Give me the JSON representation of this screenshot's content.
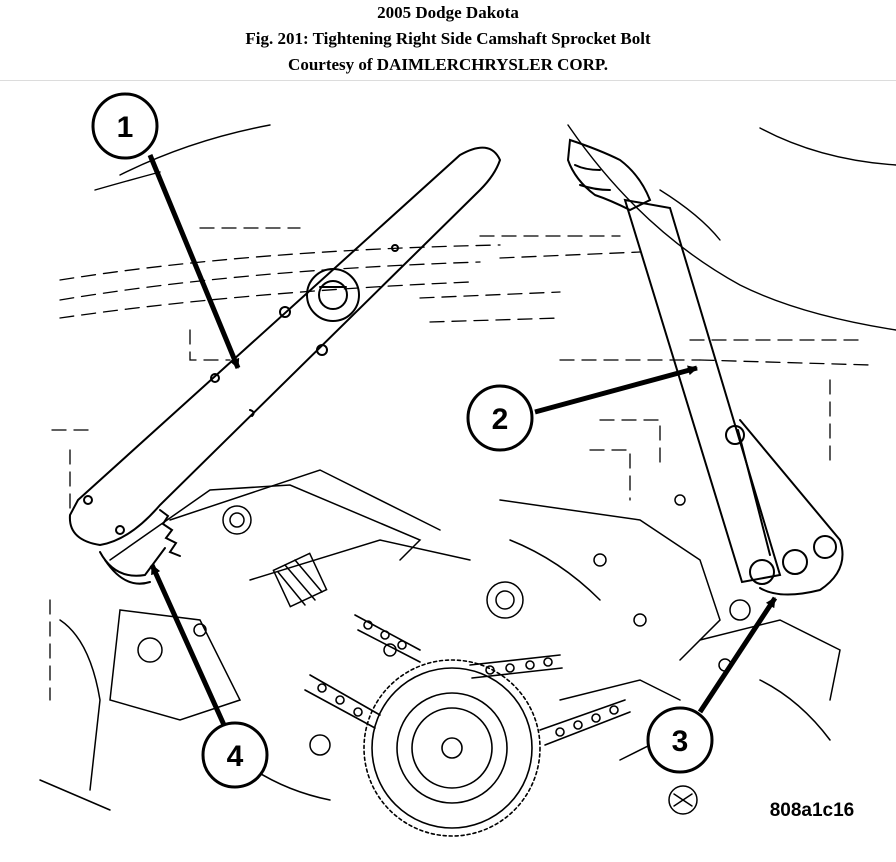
{
  "header": {
    "line1": "2005 Dodge Dakota",
    "line2": "Fig. 201: Tightening Right Side Camshaft Sprocket Bolt",
    "line3": "Courtesy of DAIMLERCHRYSLER CORP."
  },
  "figure": {
    "callouts": [
      "1",
      "2",
      "3",
      "4"
    ],
    "code": "808a1c16"
  }
}
